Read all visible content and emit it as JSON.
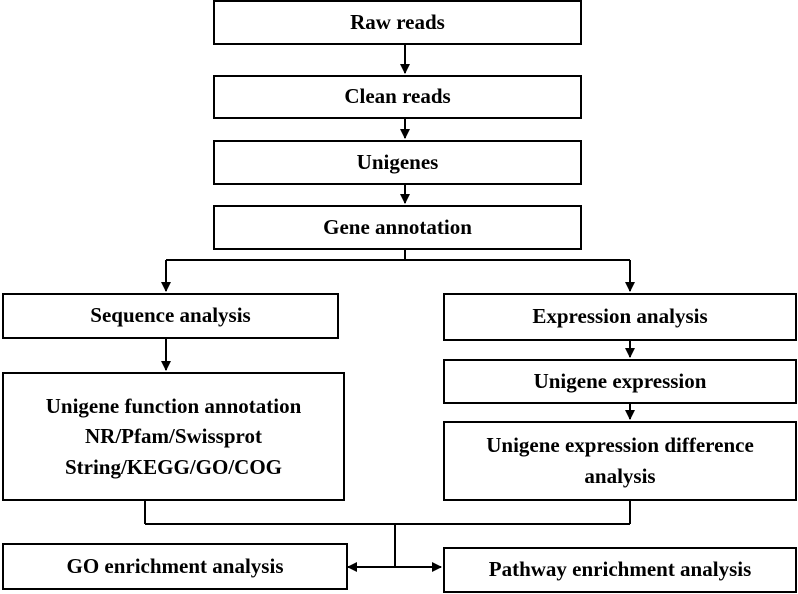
{
  "nodes": {
    "raw_reads": "Raw reads",
    "clean_reads": "Clean reads",
    "unigenes": "Unigenes",
    "gene_annotation": "Gene annotation",
    "sequence_analysis": "Sequence analysis",
    "expression_analysis": "Expression analysis",
    "unigene_function_annotation": [
      "Unigene function annotation",
      "NR/Pfam/Swissprot",
      "String/KEGG/GO/COG"
    ],
    "unigene_expression": "Unigene expression",
    "unigene_expression_difference": [
      "Unigene expression difference",
      "analysis"
    ],
    "go_enrichment": "GO enrichment analysis",
    "pathway_enrichment": "Pathway enrichment analysis"
  },
  "colors": {
    "line": "#000000",
    "box_fill": "#ffffff",
    "text": "#000000"
  }
}
